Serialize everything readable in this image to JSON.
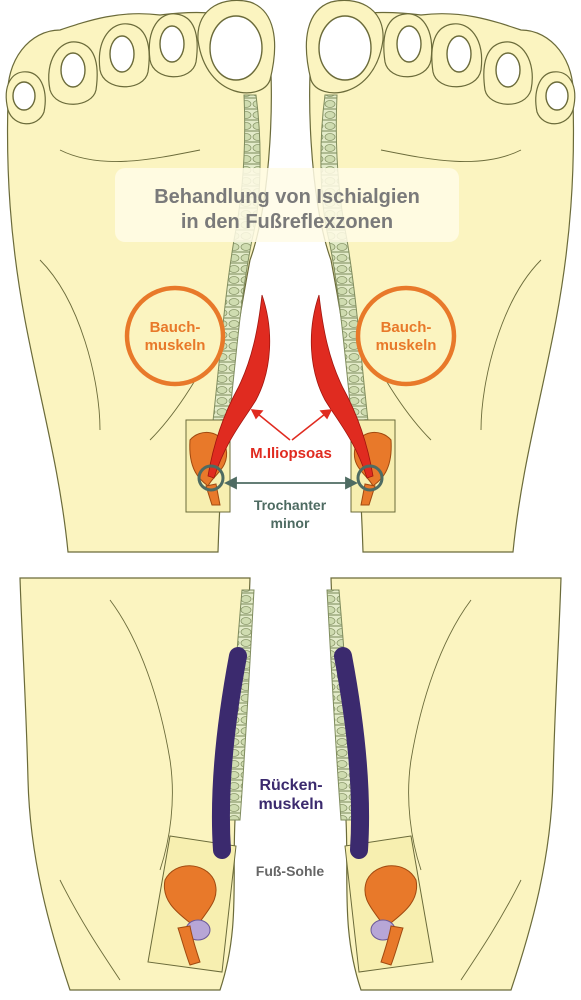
{
  "title": {
    "line1": "Behandlung von Ischialgien",
    "line2": "in den Fußreflexzonen"
  },
  "labels": {
    "bauch_left": [
      "Bauch-",
      "muskeln"
    ],
    "bauch_right": [
      "Bauch-",
      "muskeln"
    ],
    "iliopsoas": "M.Iliopsoas",
    "trochanter": [
      "Trochanter",
      "minor"
    ],
    "ruecken": [
      "Rücken-",
      "muskeln"
    ],
    "fusssohle": "Fuß-Sohle"
  },
  "colors": {
    "skin": "#fbf4c0",
    "outline": "#6b6b3a",
    "spine": "#dfe8c4",
    "bauch": "#e8792a",
    "iliopsoas": "#e02b20",
    "trochanter": "#4e6b62",
    "ruecken": "#3b2a6e",
    "pelvis": "#e8792a",
    "title_box": "#fffbe6"
  }
}
